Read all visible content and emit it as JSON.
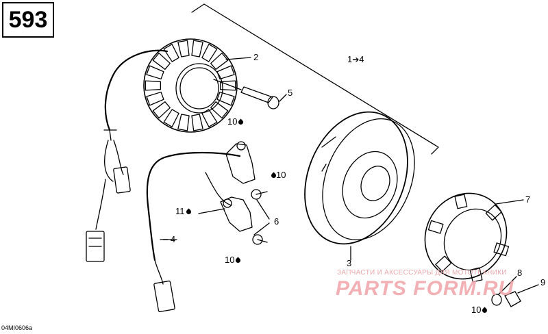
{
  "page": {
    "number": "593",
    "drawing_code": "04MI0606a"
  },
  "callouts": {
    "c1_4": {
      "from": "1",
      "to": "4"
    },
    "c2": "2",
    "c3": "3",
    "c4": "4",
    "c5": "5",
    "c6": "6",
    "c7": "7",
    "c8": "8",
    "c9": "9",
    "torque_10_a": "10",
    "torque_10_b": "10",
    "torque_11": "11",
    "torque_10_c": "10",
    "torque_10_d": "10"
  },
  "watermark": {
    "tagline": "ЗАПЧАСТИ И АКСЕССУАРЫ ДЛЯ МОТОТЕХНИКИ",
    "brand": "PARTS FORM.RU",
    "color": "#f0a3a8"
  }
}
